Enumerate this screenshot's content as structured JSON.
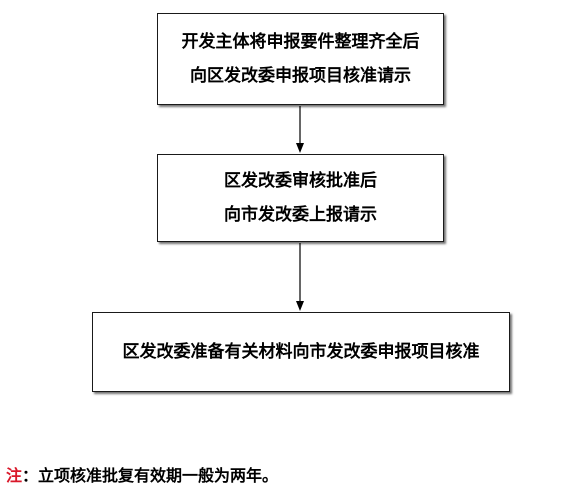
{
  "flow": {
    "steps": [
      {
        "lines": [
          "开发主体将申报要件整理齐全后",
          "向区发改委申报项目核准请示"
        ]
      },
      {
        "lines": [
          "区发改委审核批准后",
          "向市发改委上报请示"
        ]
      },
      {
        "lines": [
          "区发改委准备有关材料向市发改委申报项目核准"
        ]
      }
    ]
  },
  "note": {
    "label": "注",
    "colon": "：",
    "text": "立项核准批复有效期一般为两年。"
  },
  "colors": {
    "note_label": "#d9182a",
    "border": "#1a1a1a"
  }
}
